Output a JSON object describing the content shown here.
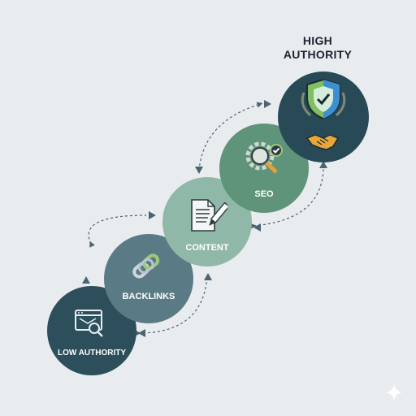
{
  "diagram": {
    "stages": [
      {
        "id": "low",
        "label": "LOW AUTHORITY",
        "icon": "browser-search-icon",
        "color": "#2c4f5b"
      },
      {
        "id": "backlinks",
        "label": "BACKLINKS",
        "icon": "chain-link-icon",
        "color": "#5a7b86"
      },
      {
        "id": "content",
        "label": "CONTENT",
        "icon": "document-pen-icon",
        "color": "#8fb8a8"
      },
      {
        "id": "seo",
        "label": "SEO",
        "icon": "gear-magnifier-icon",
        "color": "#5f937a"
      },
      {
        "id": "high",
        "label": "",
        "icon": "shield-check-icon",
        "icon2": "handshake-icon",
        "color": "#284a56"
      }
    ],
    "title": {
      "line1": "HIGH",
      "line2": "AUTHORITY"
    },
    "connector_color": "#4b6470",
    "corner_mark": "sparkle-icon"
  }
}
